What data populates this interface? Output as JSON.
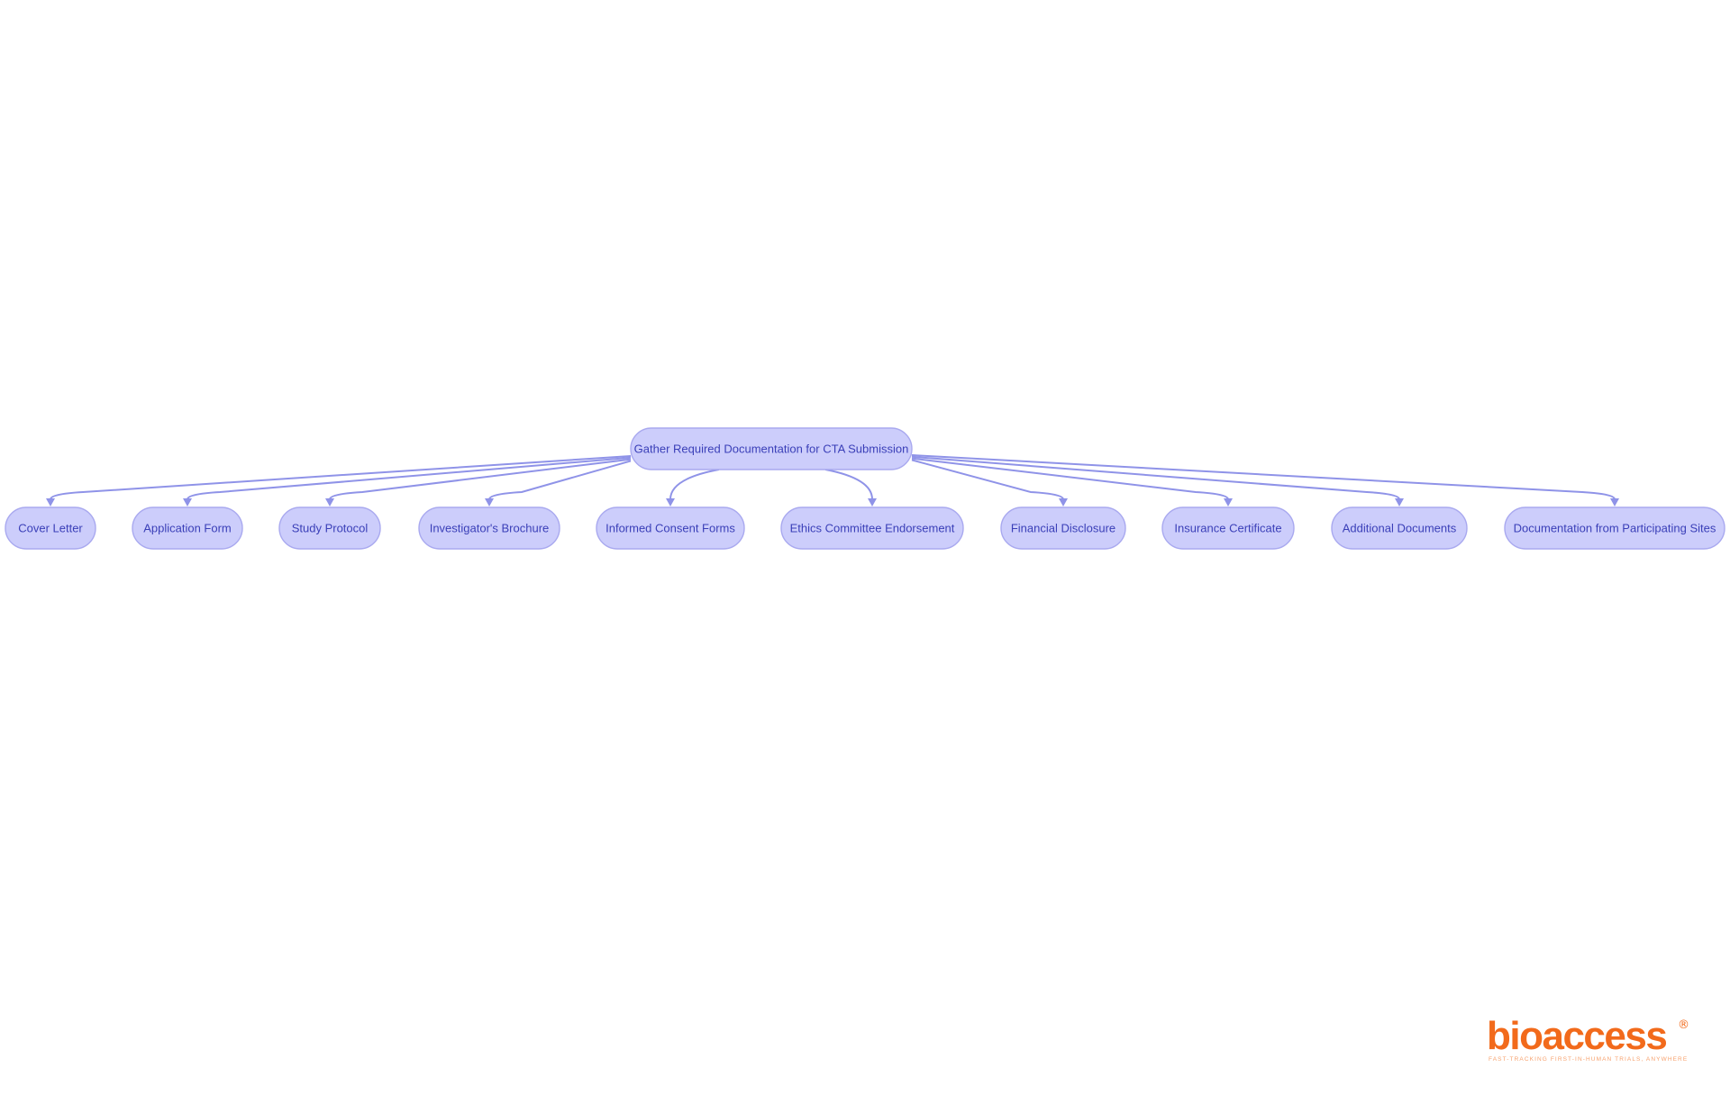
{
  "diagram": {
    "root": {
      "id": "root",
      "label": "Gather Required Documentation for CTA Submission"
    },
    "children": [
      {
        "id": "c1",
        "label": "Cover Letter"
      },
      {
        "id": "c2",
        "label": "Application Form"
      },
      {
        "id": "c3",
        "label": "Study Protocol"
      },
      {
        "id": "c4",
        "label": "Investigator's Brochure"
      },
      {
        "id": "c5",
        "label": "Informed Consent Forms"
      },
      {
        "id": "c6",
        "label": "Ethics Committee Endorsement"
      },
      {
        "id": "c7",
        "label": "Financial Disclosure"
      },
      {
        "id": "c8",
        "label": "Insurance Certificate"
      },
      {
        "id": "c9",
        "label": "Additional Documents"
      },
      {
        "id": "c10",
        "label": "Documentation from Participating Sites"
      }
    ],
    "colors": {
      "node_fill": "#cccdfb",
      "node_stroke": "#a9a9ef",
      "node_text": "#3a3fb8",
      "edge": "#8f93e8"
    }
  },
  "logo": {
    "wordmark": "bioaccess",
    "registered_mark": "®",
    "tagline": "FAST-TRACKING FIRST-IN-HUMAN TRIALS, ANYWHERE",
    "color": "#f26a1b"
  }
}
